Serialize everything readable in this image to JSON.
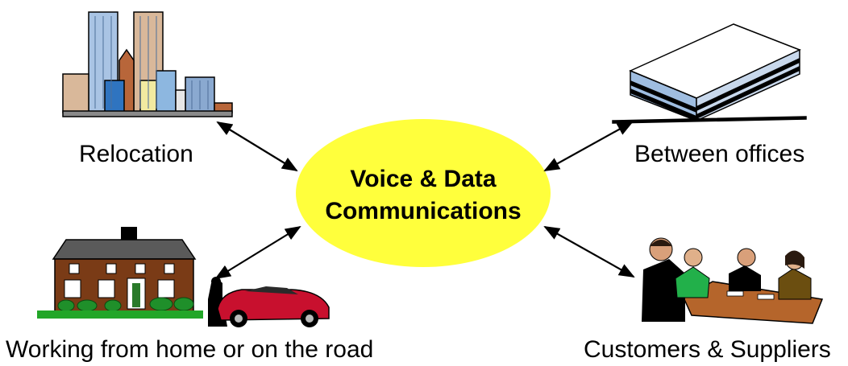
{
  "center": {
    "line1": "Voice & Data",
    "line2": "Communications",
    "fill_color": "#ffff3c"
  },
  "nodes": {
    "relocation": "Relocation",
    "between_offices": "Between offices",
    "working_from_home": "Working from home or on the road",
    "customers_suppliers": "Customers & Suppliers"
  },
  "icons": {
    "relocation": "city-skyline-icon",
    "between_offices": "office-building-icon",
    "working_from_home": "house-and-car-icon",
    "customers_suppliers": "meeting-people-icon"
  }
}
